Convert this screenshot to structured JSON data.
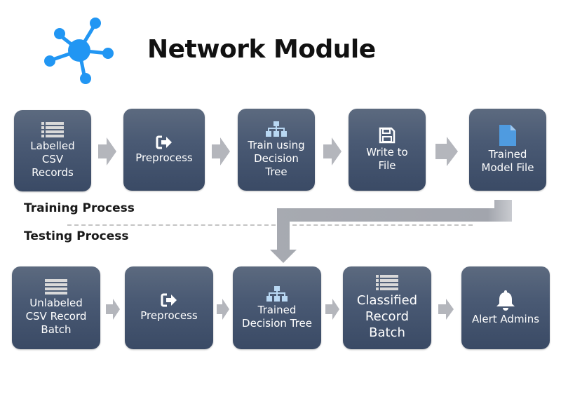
{
  "header": {
    "title": "Network Module",
    "logo_icon": "network-hub-icon",
    "logo_color": "#2196f3"
  },
  "sections": {
    "training_label": "Training Process",
    "testing_label": "Testing Process"
  },
  "training": {
    "steps": [
      {
        "label": "Labelled\nCSV\nRecords",
        "icon": "list-icon"
      },
      {
        "label": "Preprocess",
        "icon": "export-arrow-icon"
      },
      {
        "label": "Train using\nDecision\nTree",
        "icon": "hierarchy-icon"
      },
      {
        "label": "Write to\nFile",
        "icon": "floppy-disk-icon"
      },
      {
        "label": "Trained\nModel File",
        "icon": "document-icon"
      }
    ]
  },
  "testing": {
    "steps": [
      {
        "label": "Unlabeled\nCSV Record\nBatch",
        "icon": "rows-icon"
      },
      {
        "label": "Preprocess",
        "icon": "export-arrow-icon"
      },
      {
        "label": "Trained\nDecision Tree",
        "icon": "hierarchy-icon"
      },
      {
        "label": "Classified\nRecord\nBatch",
        "icon": "list-icon"
      },
      {
        "label": "Alert Admins",
        "icon": "bell-icon"
      }
    ]
  },
  "colors": {
    "box_top": "#5c6a7f",
    "box_bottom": "#3a4a65",
    "arrow": "#b4b6bc",
    "icon_light": "#e0e0e0",
    "icon_blue": "#4f9be0",
    "tree_icon": "#b9d8f3"
  }
}
